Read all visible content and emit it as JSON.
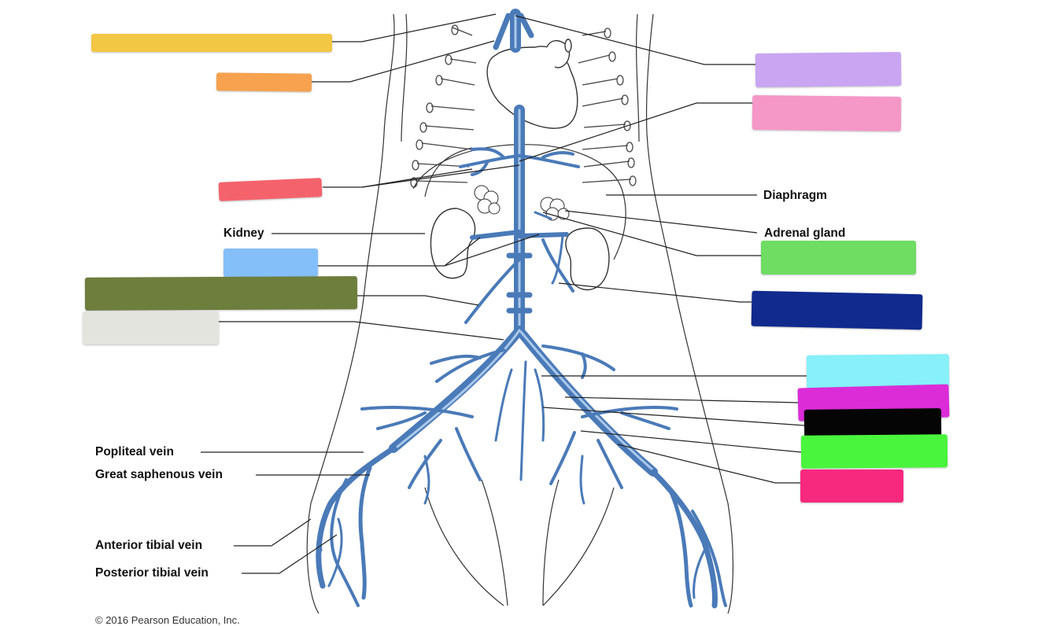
{
  "labels": {
    "diaphragm": "Diaphragm",
    "adrenal_gland": "Adrenal gland",
    "kidney": "Kidney",
    "popliteal_vein": "Popliteal vein",
    "great_saphenous_vein": "Great saphenous vein",
    "anterior_tibial_vein": "Anterior tibial vein",
    "posterior_tibial_vein": "Posterior tibial vein"
  },
  "copyright": "© 2016 Pearson Education, Inc.",
  "colors": {
    "vein": "#4a7ab8",
    "vein_highlight": "#a9c8ea",
    "outline": "#333333",
    "leader": "#222222"
  },
  "cover_boxes": [
    {
      "id": "yellow",
      "color": "#f2c744"
    },
    {
      "id": "orange",
      "color": "#f6a24e"
    },
    {
      "id": "lavender",
      "color": "#c9a5f2"
    },
    {
      "id": "pink",
      "color": "#f597c7"
    },
    {
      "id": "red",
      "color": "#f4636c"
    },
    {
      "id": "light-blue",
      "color": "#84bff9"
    },
    {
      "id": "olive",
      "color": "#6d7e3d"
    },
    {
      "id": "light-gray",
      "color": "#e4e4df"
    },
    {
      "id": "green",
      "color": "#6fdc62"
    },
    {
      "id": "navy",
      "color": "#112a8e"
    },
    {
      "id": "cyan",
      "color": "#87f0f9"
    },
    {
      "id": "magenta",
      "color": "#db2cd8"
    },
    {
      "id": "black",
      "color": "#050505"
    },
    {
      "id": "bright-green",
      "color": "#4af53d"
    },
    {
      "id": "hot-pink",
      "color": "#f7297f"
    }
  ]
}
